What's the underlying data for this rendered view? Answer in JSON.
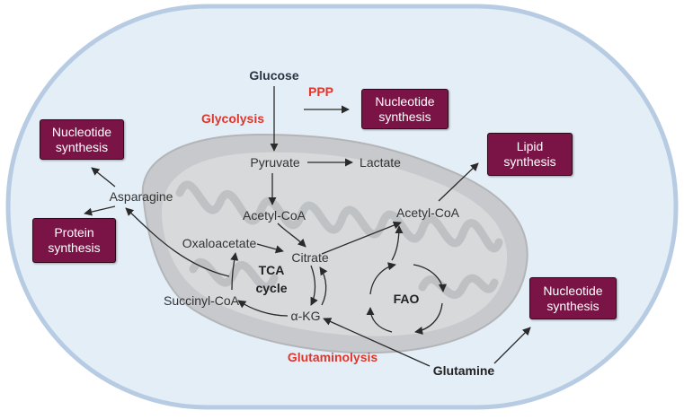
{
  "labels": {
    "glucose": "Glucose",
    "ppp": "PPP",
    "glycolysis": "Glycolysis",
    "pyruvate": "Pyruvate",
    "lactate": "Lactate",
    "asparagine": "Asparagine",
    "acetyl_coa_left": "Acetyl-CoA",
    "acetyl_coa_right": "Acetyl-CoA",
    "oxaloacetate": "Oxaloacetate",
    "citrate": "Citrate",
    "tca_line1": "TCA",
    "tca_line2": "cycle",
    "succinyl_coa": "Succinyl-CoA",
    "akg": "α-KG",
    "fao": "FAO",
    "glutaminolysis": "Glutaminolysis",
    "glutamine": "Glutamine"
  },
  "boxes": {
    "nucleotide_top_line1": "Nucleotide",
    "nucleotide_top_line2": "synthesis",
    "nucleotide_left_line1": "Nucleotide",
    "nucleotide_left_line2": "synthesis",
    "protein_line1": "Protein",
    "protein_line2": "synthesis",
    "lipid_line1": "Lipid",
    "lipid_line2": "synthesis",
    "nucleotide_right_line1": "Nucleotide",
    "nucleotide_right_line2": "synthesis"
  },
  "colors": {
    "cell_fill": "#e4eef7",
    "cell_stroke": "#b7cce3",
    "mito": "#c7c9cc",
    "box": "#7a1446",
    "highlight_text": "#e0352b"
  }
}
